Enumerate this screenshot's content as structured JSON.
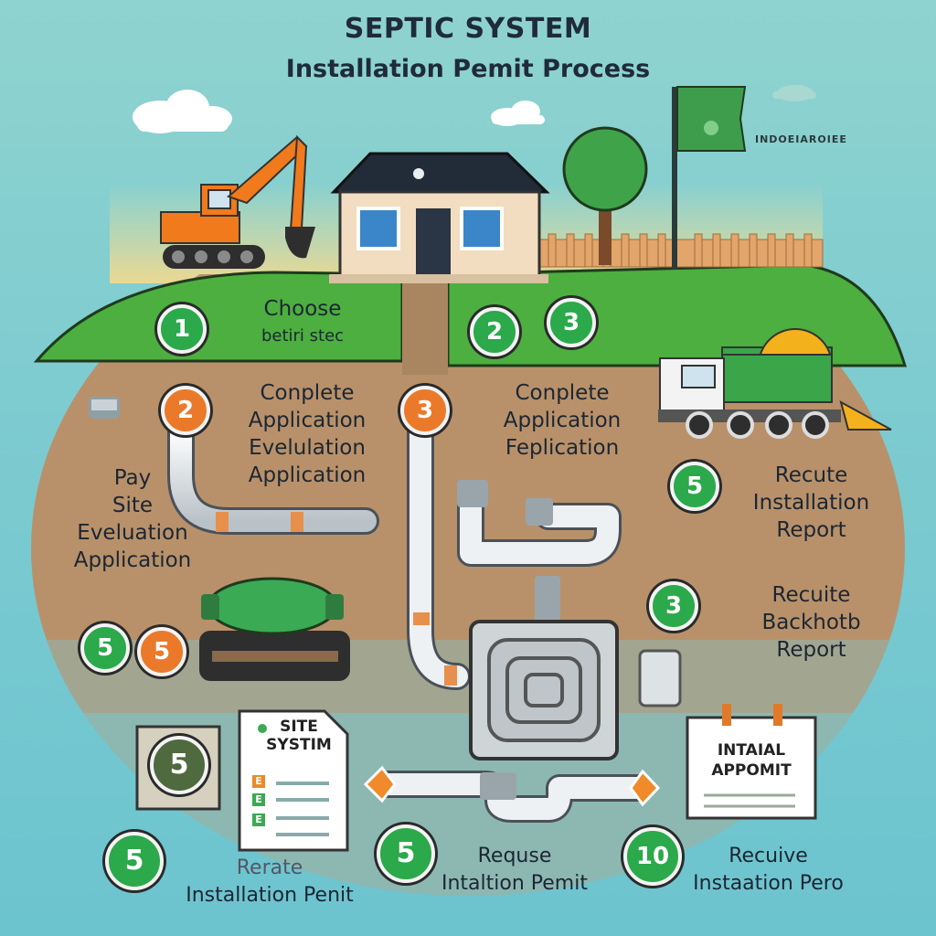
{
  "header": {
    "title": "SEPTIC SYSTEM",
    "subtitle": "Installation Pemit Process"
  },
  "colors": {
    "green_badge": "#2ba94b",
    "orange_badge": "#ea7a2a",
    "grass": "#4caf3f",
    "soil": "#b08a60",
    "sky": "#8fd3cf"
  },
  "steps": [
    {
      "number": "1",
      "color": "green",
      "lines": [
        "Choose",
        "betiri stec"
      ]
    },
    {
      "number": "2",
      "color": "green",
      "lines": []
    },
    {
      "number": "3",
      "color": "green",
      "lines": []
    },
    {
      "number": "2",
      "color": "orange",
      "lines": [
        "Conplete",
        "Application",
        "Evelulation",
        "Application"
      ]
    },
    {
      "number": "3",
      "color": "orange",
      "lines": [
        "Conplete",
        "Application",
        "Feplication"
      ]
    },
    {
      "number": "5",
      "color": "green",
      "lines": [
        "Recute",
        "Installation",
        "Report"
      ]
    },
    {
      "number": "3",
      "color": "green",
      "lines": [
        "Recuite",
        "Backhotb",
        "Report"
      ]
    },
    {
      "number": "5",
      "color": "green",
      "lines": []
    },
    {
      "number": "5",
      "color": "orange",
      "lines": []
    },
    {
      "number": "5",
      "color": "green",
      "lines": [
        "Rerate",
        "Installation Penit"
      ]
    },
    {
      "number": "5",
      "color": "green",
      "lines": [
        "Requse",
        "Intaltion Pemit"
      ]
    },
    {
      "number": "10",
      "color": "green",
      "lines": [
        "Recuive",
        "Instaation Pero"
      ]
    }
  ],
  "pay_label": [
    "Pay",
    "Site",
    "Eveluation",
    "Application"
  ],
  "documents": {
    "site_doc": [
      "SITE",
      "SYSTIM"
    ],
    "site_doc_letters": [
      "E",
      "E",
      "E"
    ],
    "permit_doc": [
      "INTAIAL",
      "APPOMIT"
    ],
    "box_badge": "5"
  },
  "flag": {
    "text": "INDOEIAROIEE"
  },
  "icons": [
    "excavator-icon",
    "house-icon",
    "tree-icon",
    "flag-icon",
    "dump-truck-icon",
    "septic-tank-icon",
    "pipe-icon",
    "document-icon",
    "cloud-icon"
  ]
}
